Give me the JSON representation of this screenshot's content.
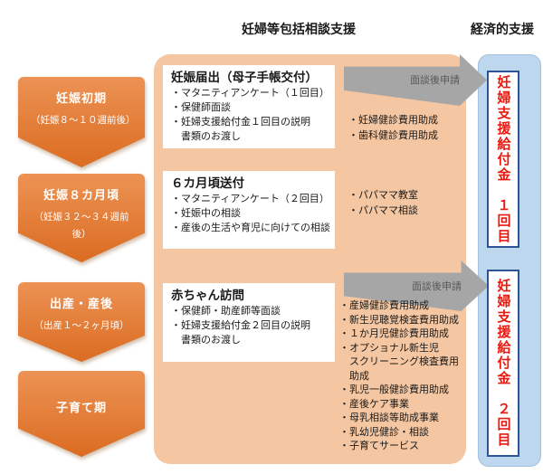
{
  "header": {
    "consultation": "妊婦等包括相談支援",
    "economic": "経済的支援"
  },
  "stages": [
    {
      "title": "妊娠初期",
      "subtitle": "（妊娠８～１０週前後）"
    },
    {
      "title": "妊娠８カ月頃",
      "subtitle": "（妊娠３２～３４週前後）"
    },
    {
      "title": "出産・産後",
      "subtitle": "（出産１～２ヶ月頃）"
    },
    {
      "title": "子育て期",
      "subtitle": ""
    }
  ],
  "sections": [
    {
      "box": {
        "title": "妊娠届出（母子手帳交付）",
        "lines": [
          "・マタニティアンケート（１回目）",
          "・保健師面談",
          "・妊婦支援給付金１回目の説明",
          "　書類のお渡し"
        ]
      },
      "side_lines": [
        "・妊婦健診費用助成",
        "・歯科健診費用助成"
      ],
      "arrow_label": "面談後申請"
    },
    {
      "box": {
        "title": "６カ月頃送付",
        "lines": [
          "・マタニティアンケート（２回目）",
          "・妊娠中の相談",
          "・産後の生活や育児に向けての相談"
        ]
      },
      "side_lines": [
        "・パパママ教室",
        "・パパママ相談"
      ]
    },
    {
      "box": {
        "title": "赤ちゃん訪問",
        "lines": [
          "・保健師・助産師等面談",
          "・妊婦支援給付金２回目の説明",
          "　書類のお渡し"
        ]
      },
      "side_lines": [
        "・産婦健診費用助成",
        "・新生児聴覚検査費用助成",
        "・１か月児健診費用助成",
        "・オプショナル新生児",
        "　スクリーニング検査費用",
        "　助成",
        "・乳児一般健診費用助成",
        "・産後ケア事業",
        "・母乳相談等助成事業",
        "・乳幼児健診・相談",
        "・子育てサービス"
      ],
      "arrow_label": "面談後申請"
    }
  ],
  "benefits": [
    {
      "label": "妊婦支援給付金　１回目"
    },
    {
      "label": "妊婦支援給付金　２回目"
    }
  ],
  "colors": {
    "stage_orange": "#DE7430",
    "panel_peach": "#F4C6A1",
    "panel_blue": "#BDD7EE",
    "arrow_gray": "#A6A6A6",
    "benefit_red": "#E8190F",
    "benefit_border_blue": "#2F5496"
  }
}
